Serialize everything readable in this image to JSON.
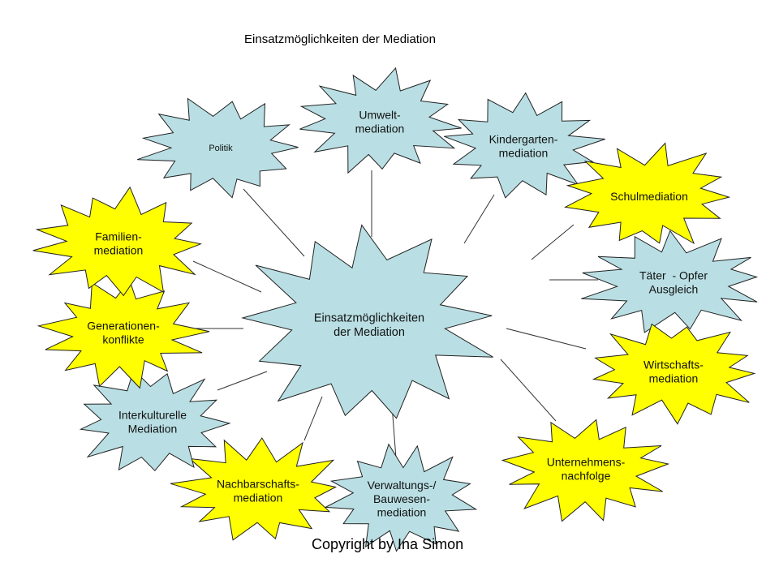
{
  "title": "Einsatzmöglichkeiten der Mediation",
  "copyright": "Copyright by Ina Simon",
  "colors": {
    "blue": "#b9dfe4",
    "yellow": "#ffff00",
    "stroke": "#222222",
    "line": "#333333"
  },
  "center": {
    "id": "center",
    "lines": [
      "Einsatzmöglichkeiten",
      "der Mediation"
    ],
    "color": "blue"
  },
  "nodes": [
    {
      "id": "politik",
      "lines": [
        "Politik"
      ],
      "color": "blue"
    },
    {
      "id": "umwelt",
      "lines": [
        "Umwelt-",
        "mediation"
      ],
      "color": "blue"
    },
    {
      "id": "kindergarten",
      "lines": [
        "Kindergarten-",
        "mediation"
      ],
      "color": "blue"
    },
    {
      "id": "schul",
      "lines": [
        "Schulmediation"
      ],
      "color": "yellow"
    },
    {
      "id": "taeter-opfer",
      "lines": [
        "Täter  - Opfer",
        "Ausgleich"
      ],
      "color": "blue"
    },
    {
      "id": "wirtschaft",
      "lines": [
        "Wirtschafts-",
        "mediation"
      ],
      "color": "yellow"
    },
    {
      "id": "unternehmen",
      "lines": [
        "Unternehmens-",
        "nachfolge"
      ],
      "color": "yellow"
    },
    {
      "id": "verwaltung",
      "lines": [
        "Verwaltungs-/",
        "Bauwesen-",
        "mediation"
      ],
      "color": "blue"
    },
    {
      "id": "nachbarschaft",
      "lines": [
        "Nachbarschafts-",
        "mediation"
      ],
      "color": "yellow"
    },
    {
      "id": "interkulturell",
      "lines": [
        "Interkulturelle",
        "Mediation"
      ],
      "color": "blue"
    },
    {
      "id": "generationen",
      "lines": [
        "Generationen-",
        "konflikte"
      ],
      "color": "yellow"
    },
    {
      "id": "familie",
      "lines": [
        "Familien-",
        "mediation"
      ],
      "color": "yellow"
    }
  ],
  "edges": [
    {
      "from": "center",
      "to": "politik"
    },
    {
      "from": "center",
      "to": "umwelt"
    },
    {
      "from": "center",
      "to": "kindergarten"
    },
    {
      "from": "center",
      "to": "schul"
    },
    {
      "from": "center",
      "to": "taeter-opfer"
    },
    {
      "from": "center",
      "to": "wirtschaft"
    },
    {
      "from": "center",
      "to": "unternehmen"
    },
    {
      "from": "center",
      "to": "verwaltung"
    },
    {
      "from": "center",
      "to": "nachbarschaft"
    },
    {
      "from": "center",
      "to": "interkulturell"
    },
    {
      "from": "center",
      "to": "generationen"
    },
    {
      "from": "center",
      "to": "familie"
    }
  ]
}
